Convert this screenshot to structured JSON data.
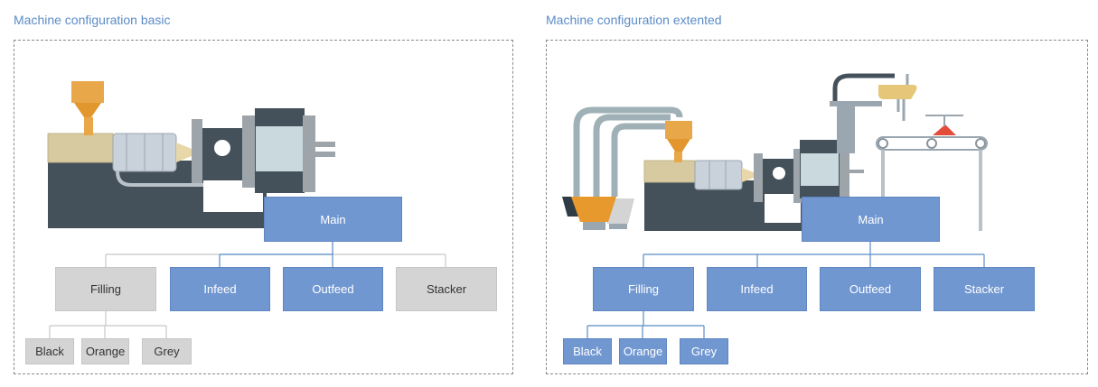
{
  "colors": {
    "active_fill": "#7197d1",
    "active_line": "#5b8cc8",
    "inactive_fill": "#d4d4d4",
    "inactive_line": "#c8c8c8",
    "machine_body": "#44515b",
    "hopper": "#e8a84a",
    "orange_bin": "#e8992e"
  },
  "basic": {
    "title": "Machine configuration basic",
    "main": "Main",
    "filling": "Filling",
    "infeed": "Infeed",
    "outfeed": "Outfeed",
    "stacker": "Stacker",
    "black": "Black",
    "orange": "Orange",
    "grey": "Grey"
  },
  "extended": {
    "title": "Machine configuration extented",
    "main": "Main",
    "filling": "Filling",
    "infeed": "Infeed",
    "outfeed": "Outfeed",
    "stacker": "Stacker",
    "black": "Black",
    "orange": "Orange",
    "grey": "Grey"
  }
}
